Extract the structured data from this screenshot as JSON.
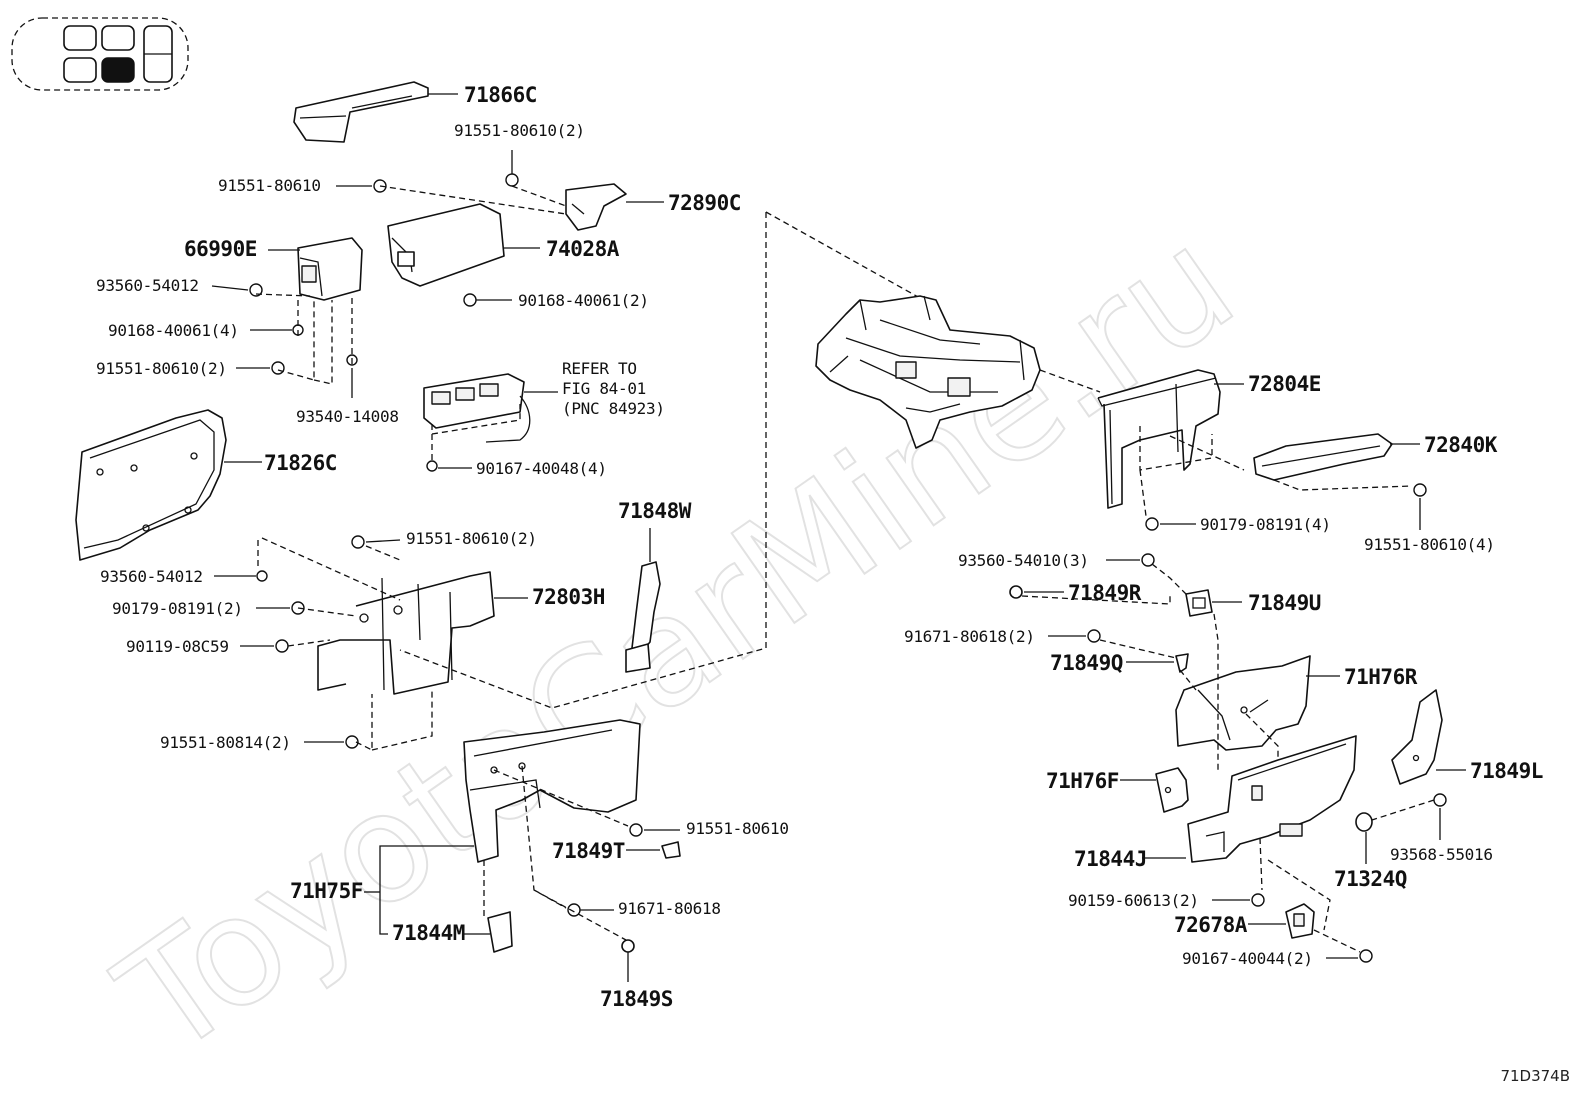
{
  "watermark": "ToyotaCarMine.ru",
  "figure_code": "71D374B",
  "labels": {
    "p71866C": "71866C",
    "p91551_80610_2a": "91551-80610(2)",
    "p91551_80610_a": "91551-80610",
    "p72890C": "72890C",
    "p66990E": "66990E",
    "p74028A": "74028A",
    "p93560_54012_a": "93560-54012",
    "p90168_40061_2": "90168-40061(2)",
    "p90168_40061_4": "90168-40061(4)",
    "p91551_80610_2b": "91551-80610(2)",
    "p93540_14008": "93540-14008",
    "refer_1": "REFER TO",
    "refer_2": "FIG 84-01",
    "refer_3": "(PNC 84923)",
    "p90167_40048_4": "90167-40048(4)",
    "p71826C": "71826C",
    "p71848W": "71848W",
    "p91551_80610_2c": "91551-80610(2)",
    "p93560_54012_b": "93560-54012",
    "p72803H": "72803H",
    "p90179_08191_2": "90179-08191(2)",
    "p90119_08C59": "90119-08C59",
    "p91551_80814_2": "91551-80814(2)",
    "p91551_80610_b": "91551-80610",
    "p71849T": "71849T",
    "p71H75F": "71H75F",
    "p91671_80618": "91671-80618",
    "p71844M": "71844M",
    "p71849S": "71849S",
    "p72804E": "72804E",
    "p72840K": "72840K",
    "p90179_08191_4": "90179-08191(4)",
    "p91551_80610_4": "91551-80610(4)",
    "p93560_54010_3": "93560-54010(3)",
    "p71849R": "71849R",
    "p71849U": "71849U",
    "p91671_80618_2": "91671-80618(2)",
    "p71849Q": "71849Q",
    "p71H76R": "71H76R",
    "p71H76F": "71H76F",
    "p71849L": "71849L",
    "p93568_55016": "93568-55016",
    "p71844J": "71844J",
    "p71324Q": "71324Q",
    "p90159_60613_2": "90159-60613(2)",
    "p72678A": "72678A",
    "p90167_40044_2": "90167-40044(2)"
  }
}
